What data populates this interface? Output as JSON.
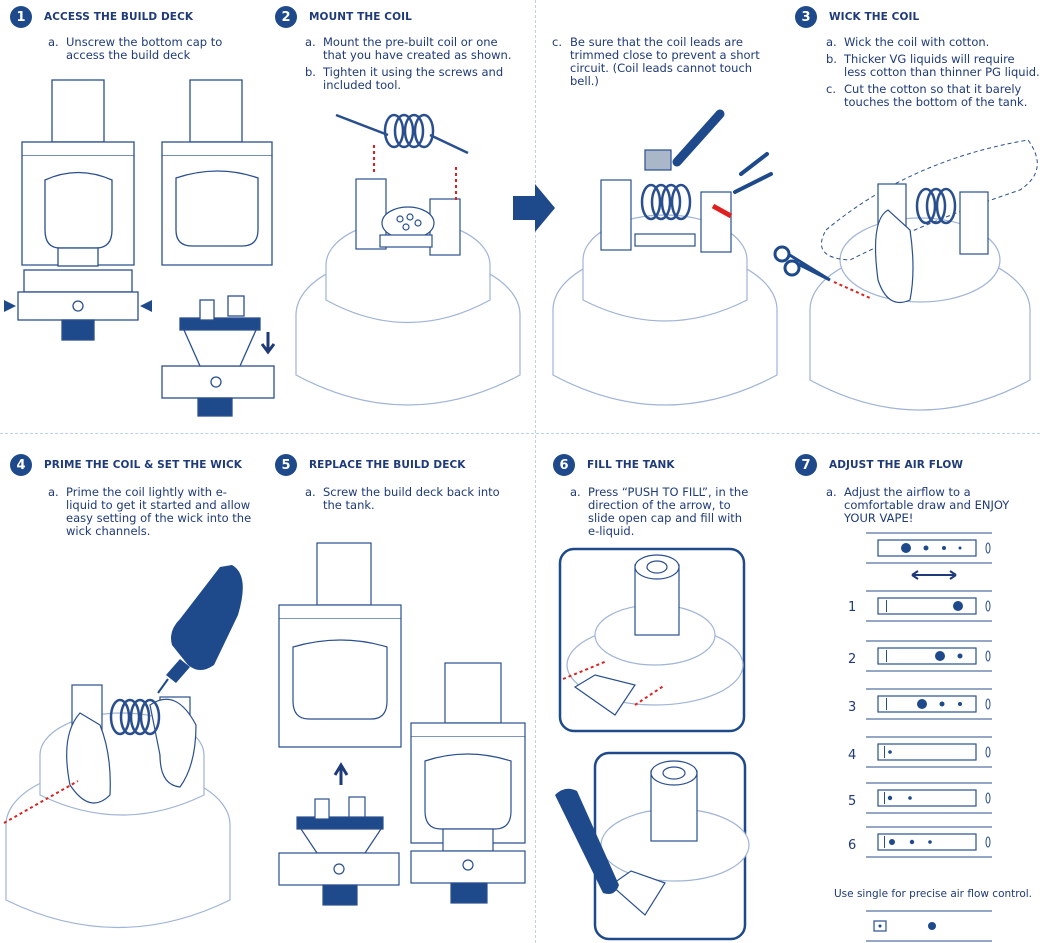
{
  "steps": [
    {
      "num": "1",
      "title": "ACCESS THE BUILD DECK",
      "items": [
        {
          "letter": "a.",
          "text": "Unscrew the bottom cap to access the build deck"
        }
      ]
    },
    {
      "num": "2",
      "title": "MOUNT THE COIL",
      "items": [
        {
          "letter": "a.",
          "text": "Mount the pre-built coil or one that you have created as shown."
        },
        {
          "letter": "b.",
          "text": "Tighten it using the screws and included tool."
        }
      ]
    },
    {
      "num": "",
      "title": "",
      "items": [
        {
          "letter": "c.",
          "text": "Be sure that the coil leads are trimmed close to prevent a short circuit. (Coil leads cannot touch bell.)"
        }
      ]
    },
    {
      "num": "3",
      "title": "WICK THE COIL",
      "items": [
        {
          "letter": "a.",
          "text": "Wick the coil with cotton."
        },
        {
          "letter": "b.",
          "text": "Thicker VG liquids will require less cotton than thinner PG liquid."
        },
        {
          "letter": "c.",
          "text": "Cut the cotton so that it barely touches the bottom of the tank."
        }
      ]
    },
    {
      "num": "4",
      "title": "PRIME THE COIL & SET THE WICK",
      "items": [
        {
          "letter": "a.",
          "text": "Prime the coil lightly with e-liquid to get it started and allow easy setting of the wick into the wick channels."
        }
      ]
    },
    {
      "num": "5",
      "title": "REPLACE THE BUILD DECK",
      "items": [
        {
          "letter": "a.",
          "text": "Screw the build deck back into the tank."
        }
      ]
    },
    {
      "num": "6",
      "title": "FILL THE TANK",
      "items": [
        {
          "letter": "a.",
          "text": "Press “PUSH TO FILL”, in the direction of the arrow, to slide open cap and fill with e-liquid."
        }
      ]
    },
    {
      "num": "7",
      "title": "ADJUST THE AIR FLOW",
      "items": [
        {
          "letter": "a.",
          "text": "Adjust the airflow to a comfortable draw and ENJOY YOUR VAPE!"
        }
      ]
    }
  ],
  "airflow": {
    "settings": [
      "1",
      "2",
      "3",
      "4",
      "5",
      "6"
    ],
    "caption": "Use single for precise air flow control."
  },
  "colors": {
    "navy": "#1e4a8c",
    "line": "#9fb4d6",
    "red": "#e02020",
    "divider": "#b9d3ee"
  }
}
